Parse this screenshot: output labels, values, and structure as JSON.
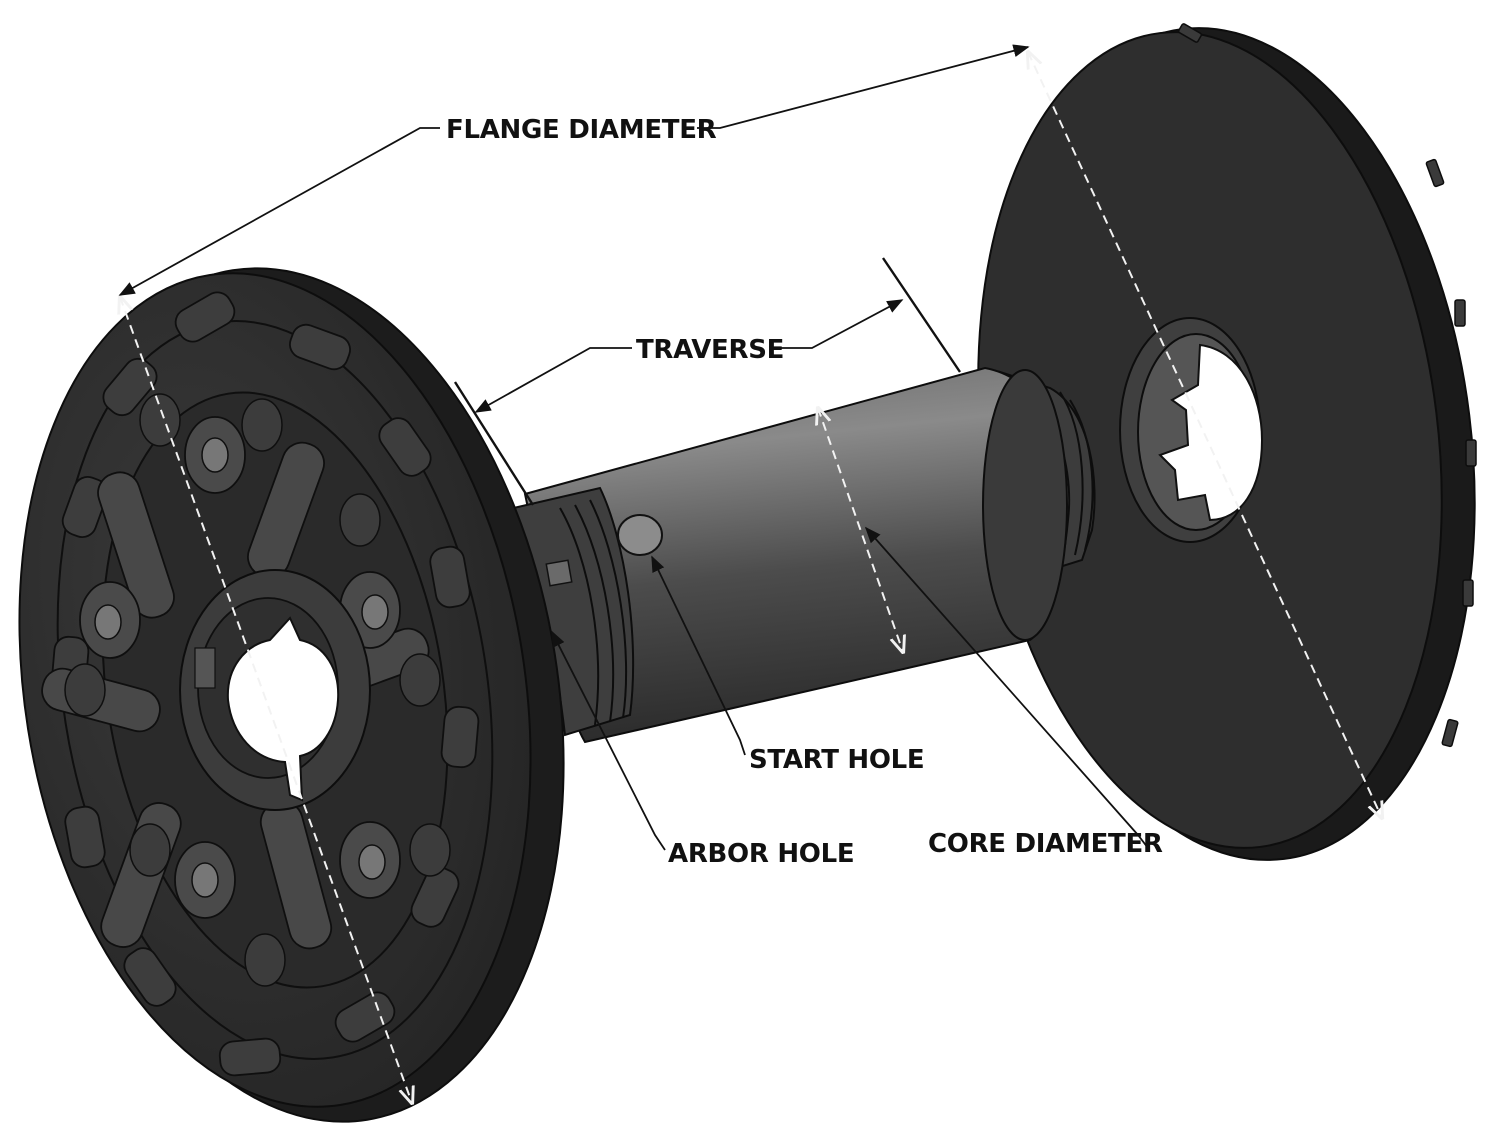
{
  "labels": {
    "flange_diameter": "FLANGE DIAMETER",
    "traverse": "TRAVERSE",
    "start_hole": "START HOLE",
    "arbor_hole": "ARBOR HOLE",
    "core_diameter": "CORE DIAMETER"
  },
  "colors": {
    "part_dark": "#2b2b2b",
    "part_mid": "#4a4a4a",
    "part_light": "#7a7a7a",
    "line": "#111111",
    "dash": "#f2f2f2"
  }
}
